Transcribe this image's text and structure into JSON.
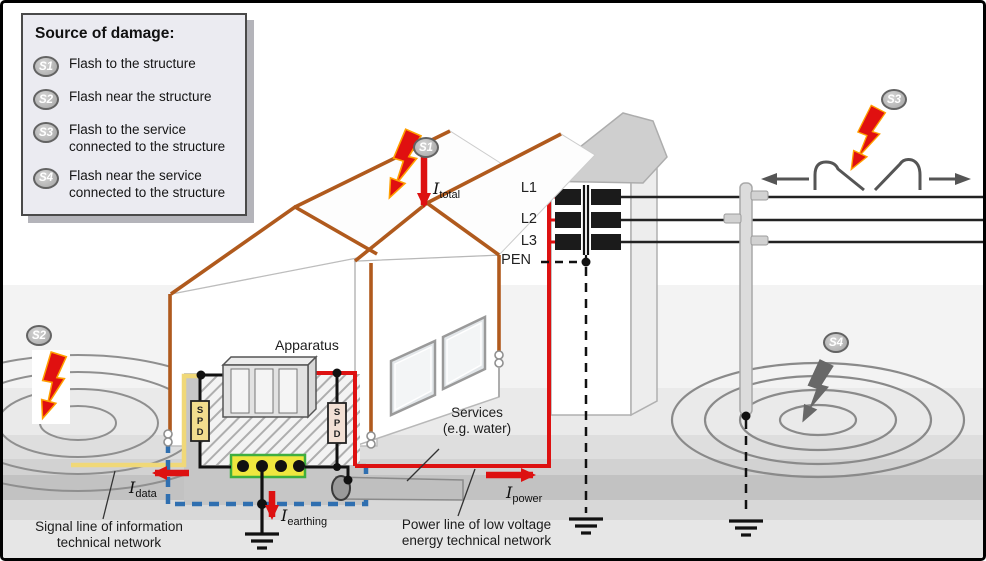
{
  "legend": {
    "title": "Source of damage:",
    "items": [
      {
        "id": "S1",
        "label": "Flash to the structure"
      },
      {
        "id": "S2",
        "label": "Flash near the structure"
      },
      {
        "id": "S3",
        "label": "Flash to the service connected to the structure"
      },
      {
        "id": "S4",
        "label": "Flash near the service connected to the structure"
      }
    ]
  },
  "diagram": {
    "badges": {
      "s1": "S1",
      "s2": "S2",
      "s3": "S3",
      "s4": "S4"
    },
    "power_labels": {
      "l1": "L1",
      "l2": "L2",
      "l3": "L3",
      "pen": "PEN"
    },
    "currents": {
      "total": {
        "symbol": "I",
        "sub": "total"
      },
      "power": {
        "symbol": "I",
        "sub": "power"
      },
      "earthing": {
        "symbol": "I",
        "sub": "earthing"
      },
      "data": {
        "symbol": "I",
        "sub": "data"
      }
    },
    "apparatus_label": "Apparatus",
    "spd_label": "SPD",
    "services_label": "Services (e.g. water)",
    "services_line1": "Services",
    "services_line2": "(e.g. water)",
    "power_line_label": "Power line of low voltage energy technical network",
    "power_line_line1": "Power line of low voltage",
    "power_line_line2": "energy technical network",
    "signal_line_label": "Signal line of information technical network",
    "signal_line_line1": "Signal line of information",
    "signal_line_line2": "technical network"
  },
  "colors": {
    "lps_conductor": "#b05a1d",
    "current_red": "#dd1111",
    "bolt_red": "#e01010",
    "bolt_accent": "#ff9f00",
    "bolt_gray": "#686868",
    "signal_yellow": "#f0d878",
    "busbar_yellow": "#efe73e",
    "busbar_green_border": "#3fae3f",
    "earth_ring_blue": "#2f6fb0",
    "ground_band": "#c2c2c2"
  }
}
